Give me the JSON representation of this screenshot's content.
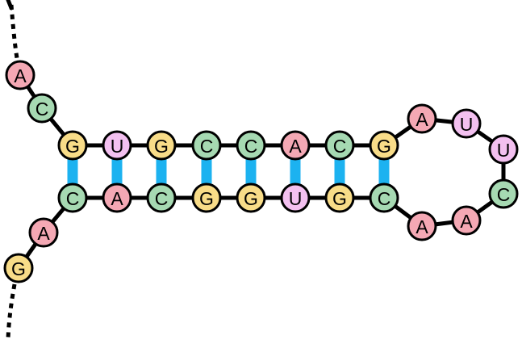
{
  "colors": {
    "A": "#f4a8b4",
    "C": "#a6d9b2",
    "G": "#f8dc88",
    "U": "#f3c0f0",
    "pair": "#1cb2f0",
    "backbone": "#000000"
  },
  "strand_5prime_tail": [
    "A",
    "C"
  ],
  "stem_top": [
    "G",
    "U",
    "G",
    "C",
    "C",
    "A",
    "C",
    "G"
  ],
  "loop": [
    "A",
    "U",
    "U",
    "C",
    "A",
    "A"
  ],
  "stem_bottom": [
    "C",
    "A",
    "C",
    "G",
    "G",
    "U",
    "G",
    "C"
  ],
  "strand_3prime_tail": [
    "A",
    "G"
  ]
}
